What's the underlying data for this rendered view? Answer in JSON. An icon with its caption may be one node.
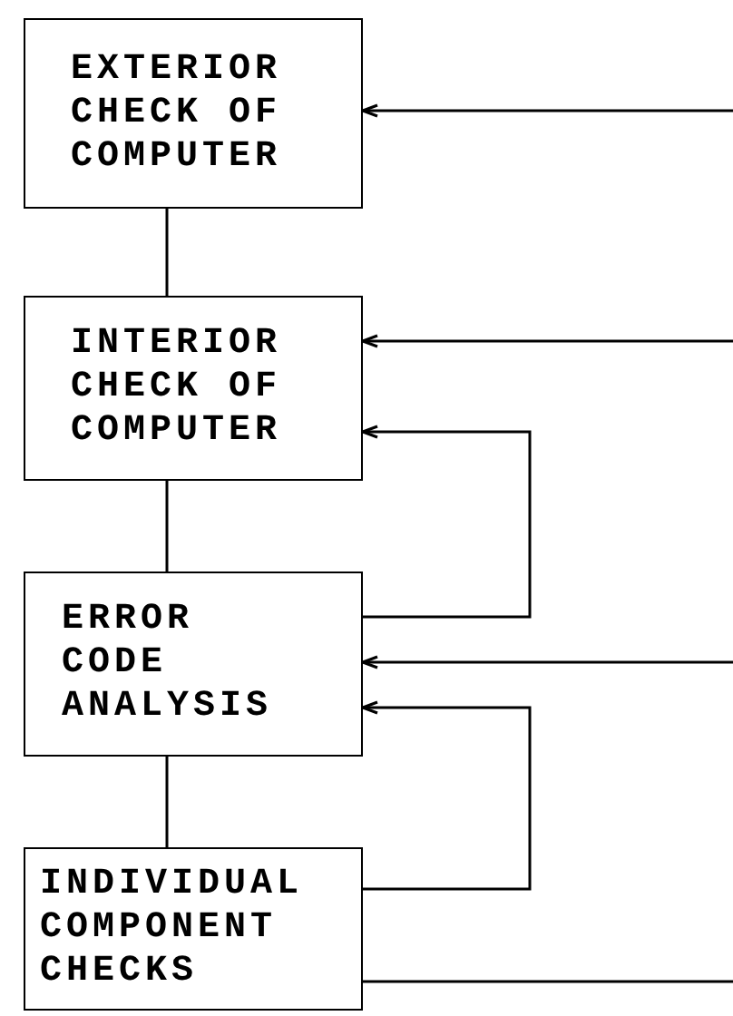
{
  "diagram": {
    "nodes": [
      {
        "text": [
          "EXTERIOR CHECK OF COMPUTER"
        ]
      },
      {
        "text": [
          "INTERIOR CHECK OF COMPUTER"
        ]
      },
      {
        "text": [
          "ERROR CODE ANALYSIS"
        ]
      },
      {
        "text": [
          "INDIVIDUAL COMPONENT CHECKS"
        ]
      }
    ],
    "edges": [
      {
        "from": 0,
        "to": 1,
        "arrow": "none"
      },
      {
        "from": 1,
        "to": 2,
        "arrow": "none"
      },
      {
        "from": 2,
        "to": 3,
        "arrow": "none"
      },
      {
        "from": null,
        "to": 0,
        "arrow": "to"
      },
      {
        "from": null,
        "to": 1,
        "arrow": "to"
      },
      {
        "from": 2,
        "to": 1,
        "arrow": "to"
      },
      {
        "from": null,
        "to": 2,
        "arrow": "to"
      },
      {
        "from": 3,
        "to": 2,
        "arrow": "to"
      },
      {
        "from": 3,
        "to": null,
        "arrow": "none"
      }
    ]
  }
}
